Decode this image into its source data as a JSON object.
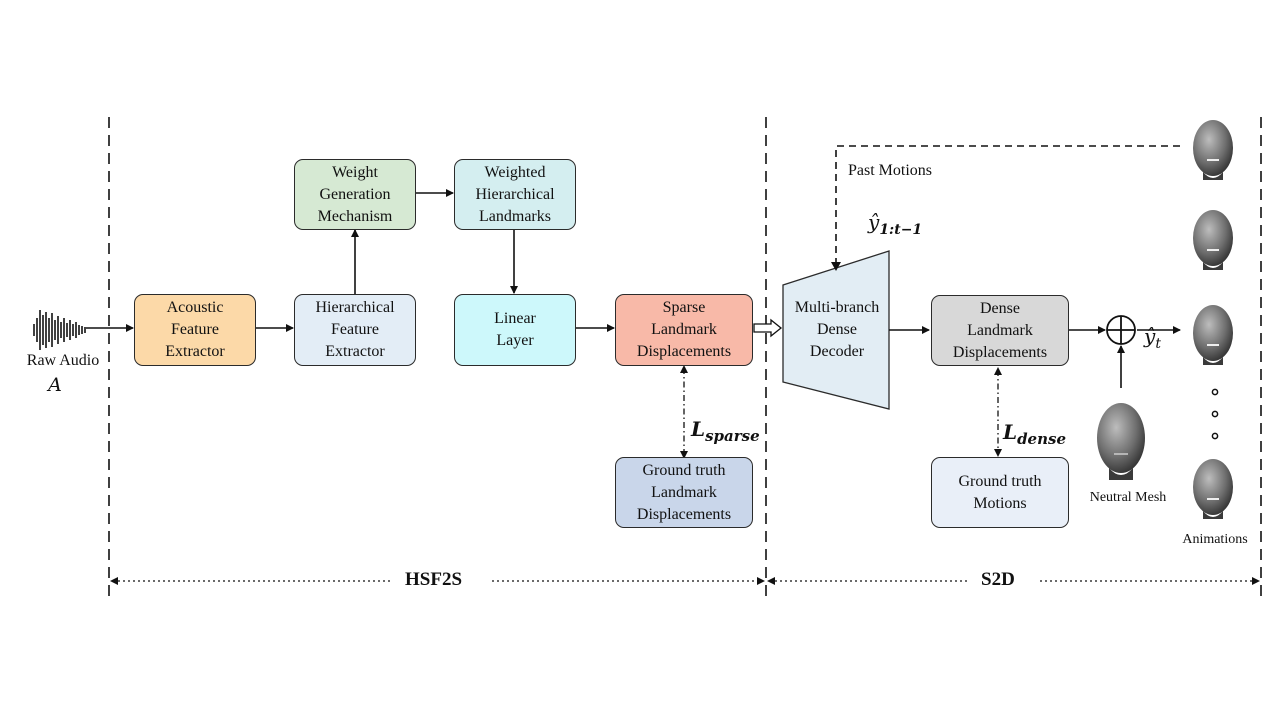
{
  "input": {
    "label": "Raw Audio",
    "symbol": "A"
  },
  "hsf2s": {
    "title": "HSF2S",
    "acoustic": {
      "label": "Acoustic\nFeature\nExtractor",
      "color": "#fcd9a8"
    },
    "hierarchical": {
      "label": "Hierarchical\nFeature\nExtractor",
      "color": "#e3edf6"
    },
    "weight_gen": {
      "label": "Weight\nGeneration\nMechanism",
      "color": "#d6e9d3"
    },
    "weighted": {
      "label": "Weighted\nHierarchical\nLandmarks",
      "color": "#d4eef0"
    },
    "linear": {
      "label": "Linear\nLayer",
      "color": "#cdf8fb"
    },
    "sparse": {
      "label": "Sparse\nLandmark\nDisplacements",
      "color": "#f8b9a8"
    },
    "gt_sparse": {
      "label": "Ground truth\nLandmark\nDisplacements",
      "color": "#c9d6ea"
    },
    "loss": "L",
    "loss_sub": "sparse"
  },
  "s2d": {
    "title": "S2D",
    "decoder": {
      "label": "Multi-branch\nDense\nDecoder",
      "color": "#e2edf4"
    },
    "dense": {
      "label": "Dense\nLandmark\nDisplacements",
      "color": "#d8d8d8"
    },
    "gt_dense": {
      "label": "Ground truth\nMotions",
      "color": "#e9eff8"
    },
    "loss": "L",
    "loss_sub": "dense",
    "past_motions": "Past Motions",
    "past_symbol": "ŷ",
    "past_sub": "1:t−1",
    "output_symbol": "ŷ",
    "output_sub": "t",
    "neutral_mesh": "Neutral Mesh",
    "animations": "Animations"
  }
}
